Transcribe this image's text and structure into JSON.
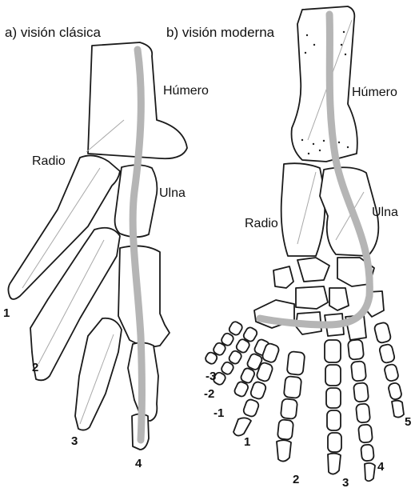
{
  "panel_a": {
    "title": "a) visión clásica",
    "labels": {
      "humerus": "Húmero",
      "radius": "Radio",
      "ulna": "Ulna"
    },
    "digits": [
      "1",
      "2",
      "3",
      "4"
    ]
  },
  "panel_b": {
    "title": "b) visión moderna",
    "labels": {
      "humerus": "Húmero",
      "radius": "Radio",
      "ulna": "Ulna"
    },
    "digits": [
      "-3",
      "-2",
      "-1",
      "1",
      "2",
      "3",
      "4",
      "5"
    ]
  },
  "colors": {
    "axis": "#b5b5b5",
    "outline": "#1a1a1a"
  }
}
